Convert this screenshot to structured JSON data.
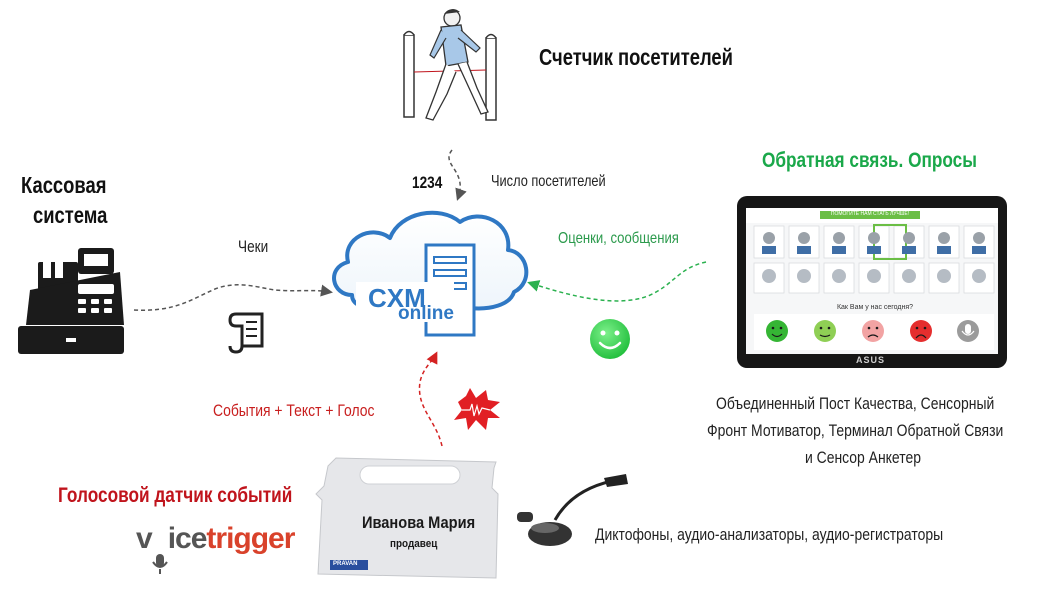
{
  "visitor_counter": {
    "title": "Счетчик посетителей",
    "count": "1234",
    "count_label": "Число посетителей"
  },
  "cash_register": {
    "title_line1": "Кассовая",
    "title_line2": "система",
    "link_label": "Чеки"
  },
  "center": {
    "logo_line1": "CXM",
    "logo_line2": "online"
  },
  "feedback": {
    "title": "Обратная связь. Опросы",
    "link_label": "Оценки, сообщения",
    "tablet_banner": "ПОМОГИТЕ НАМ СТАТЬ ЛУЧШЕ!",
    "tablet_question": "Как Вам у нас сегодня?",
    "tablet_brand": "ASUS",
    "description_line1": "Объединенный Пост Качества, Сенсорный",
    "description_line2": "Фронт Мотиватор, Терминал Обратной Связи",
    "description_line3": "и Сенсор Анкетер",
    "colors": {
      "title": "#1aa84a",
      "link": "#2b9a4c",
      "arrow": "#2bb14f"
    }
  },
  "voice": {
    "title": "Голосовой датчик событий",
    "link_label": "События + Текст + Голос",
    "brand_part1": "v",
    "brand_part2": "ice",
    "brand_part3": "trigger",
    "badge_name": "Иванова Мария",
    "badge_role": "продавец",
    "badge_logo": "PRAVAN",
    "recorders_label": "Диктофоны, аудио-анализаторы,  аудио-регистраторы",
    "colors": {
      "title": "#c0141c",
      "link": "#c81e1e",
      "brand": "#d9422b"
    }
  }
}
